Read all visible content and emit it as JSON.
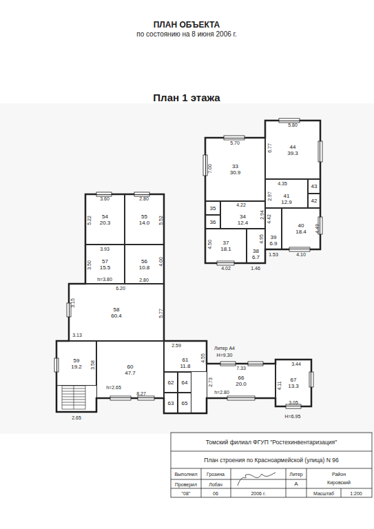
{
  "diagram": {
    "title": "ПЛАН ОБЪЕКТА",
    "nodes": [
      {
        "text": [
          "33",
          "30.9"
        ]
      },
      {
        "text": [
          "44",
          "39.3"
        ]
      },
      {
        "text": [
          "41",
          "12.9"
        ]
      },
      {
        "text": [
          "43"
        ]
      },
      {
        "text": [
          "42"
        ]
      },
      {
        "text": [
          "35"
        ]
      },
      {
        "text": [
          "34",
          "12.4"
        ]
      },
      {
        "text": [
          "36"
        ]
      },
      {
        "text": [
          "37",
          "18.1"
        ]
      },
      {
        "text": [
          "38",
          "6.7"
        ]
      },
      {
        "text": [
          "39",
          "6.9"
        ]
      },
      {
        "text": [
          "40",
          "18.4"
        ]
      },
      {
        "text": [
          "54",
          "20.3"
        ]
      },
      {
        "text": [
          "55",
          "14.0"
        ]
      },
      {
        "text": [
          "57",
          "15.5"
        ]
      },
      {
        "text": [
          "56",
          "10.8"
        ]
      },
      {
        "text": [
          "58",
          "60.4"
        ]
      },
      {
        "text": [
          "59",
          "19.2"
        ]
      },
      {
        "text": [
          "60",
          "47.7"
        ]
      },
      {
        "text": [
          "61",
          "11.8"
        ]
      },
      {
        "text": [
          "62"
        ]
      },
      {
        "text": [
          "64"
        ]
      },
      {
        "text": [
          "63"
        ]
      },
      {
        "text": [
          "65"
        ]
      },
      {
        "text": [
          "66",
          "20.0"
        ]
      },
      {
        "text": [
          "67",
          "13.3"
        ]
      }
    ],
    "labels": [
      "по состоянию на 8 июня 2006 г.",
      "План 1 этажа",
      "5.70",
      "7.00",
      "5.80",
      "6.77",
      "4.35",
      "2.97",
      "4.22",
      "2.94",
      "4.50",
      "4.02",
      "4.95",
      "1.46",
      "4.42",
      "1.53",
      "4.10",
      "4.49",
      "3.60",
      "5.22",
      "2.80",
      "5.52",
      "3.93",
      "4.00",
      "3.50",
      "h=3.80",
      "2.80",
      "6.20",
      "3.15",
      "3.13",
      "5.77",
      "h=2.65",
      "8.27",
      "3.58",
      "2.65",
      "2.59",
      "4.55",
      "Литер А4",
      "H=9.30",
      "7.33",
      "2.73",
      "h=2.80",
      "3.44",
      "4.11",
      "3.05",
      "H=6.95",
      "Томский филиал ФГУП \"Ростехинвентаризация\"",
      "План строения по Красноармейской (улица) N 96",
      "Выполнил",
      "Грозина",
      "Проверил",
      "Лобач",
      "\"08\"",
      "06",
      "2006 г.",
      "Литер",
      "А",
      "Район",
      "Кировский",
      "Масштаб",
      "1:200"
    ]
  }
}
